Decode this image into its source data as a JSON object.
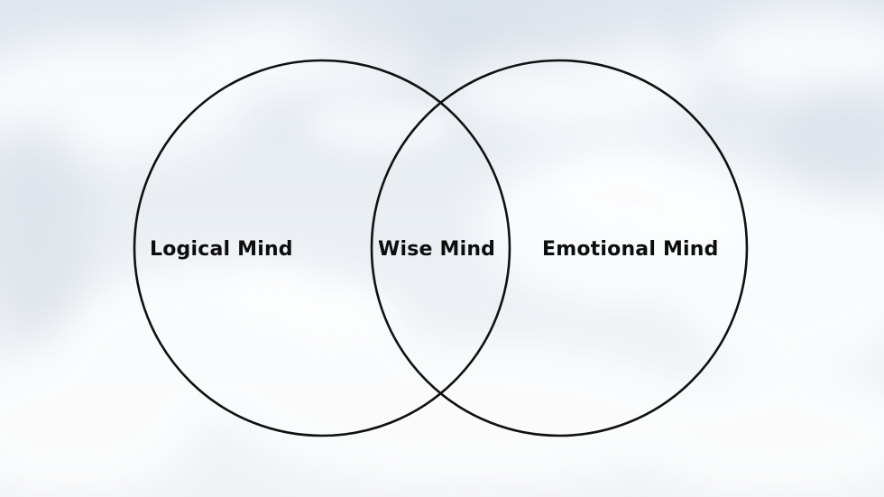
{
  "diagram": {
    "type": "venn",
    "sets": [
      {
        "label": "Logical Mind"
      },
      {
        "label": "Emotional Mind"
      }
    ],
    "intersection": {
      "label": "Wise Mind"
    }
  },
  "colors": {
    "outline": "#111111",
    "text": "#0d0d0d",
    "sky": "#e6ebf0",
    "cloud": "#ffffff"
  }
}
